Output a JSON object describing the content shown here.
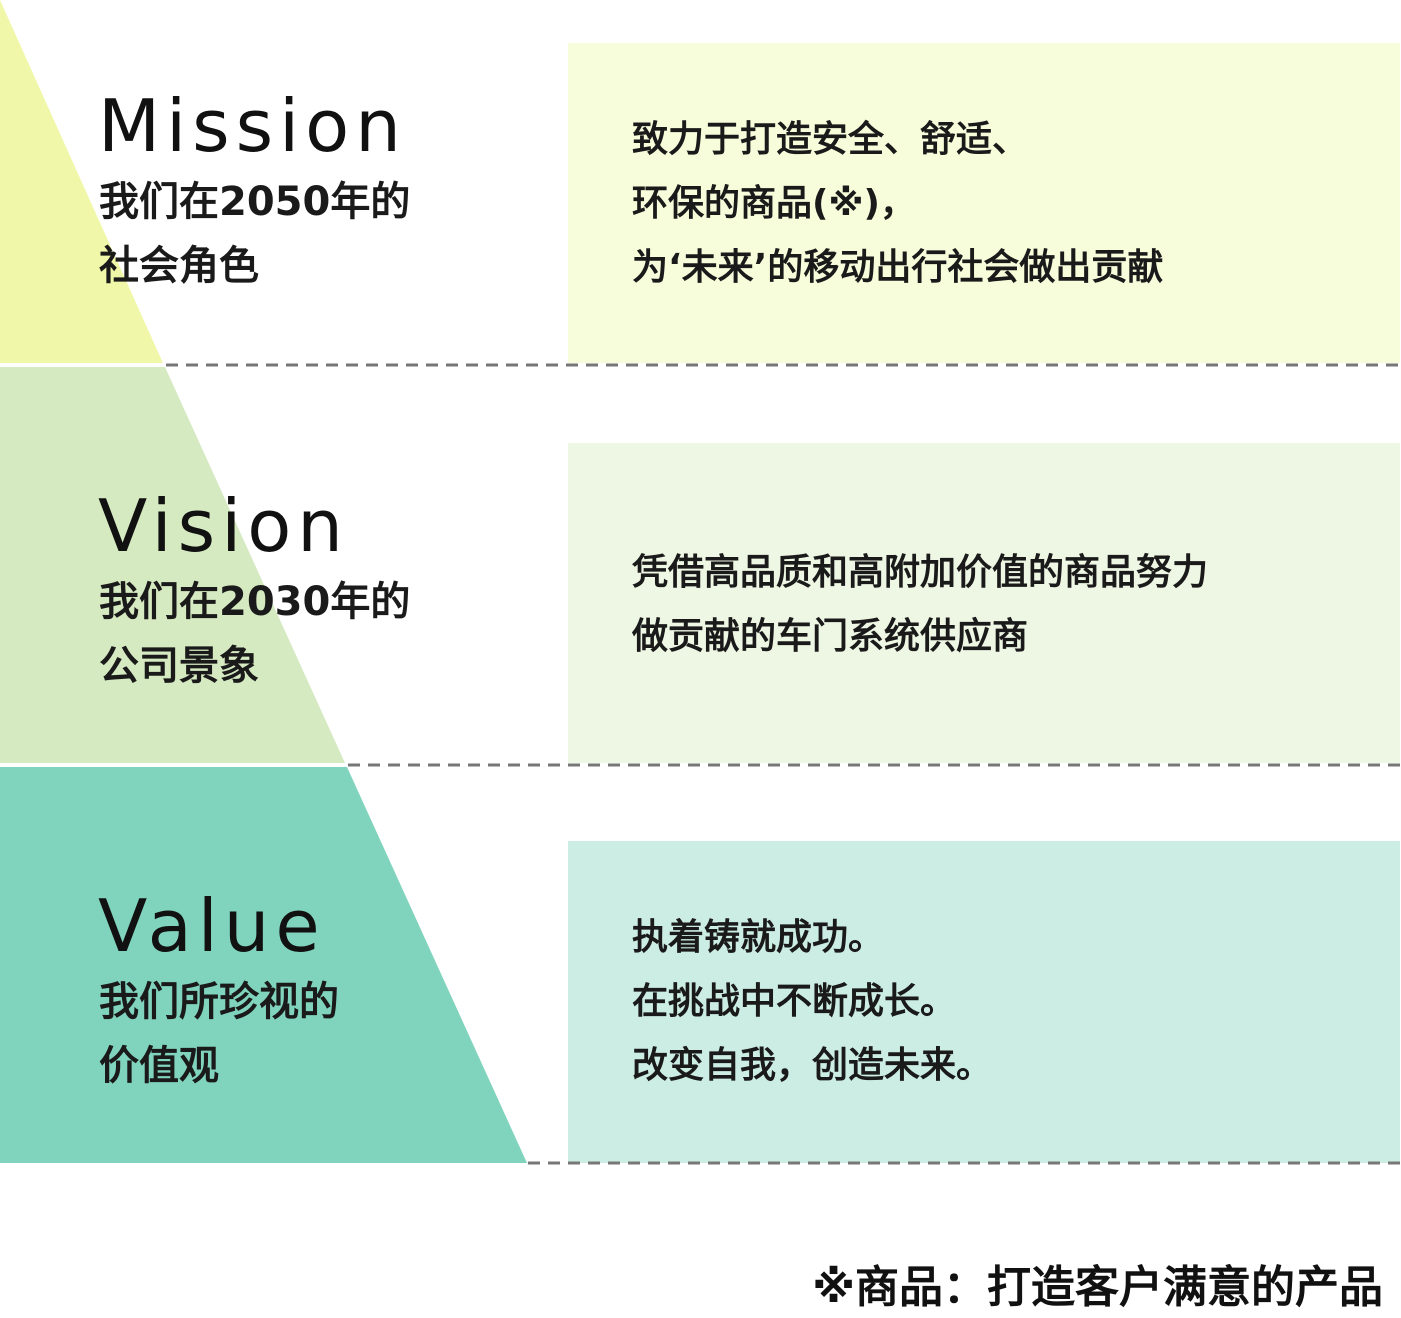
{
  "colors": {
    "mission_band": "#f0f7a8",
    "vision_band": "#d6eac2",
    "value_band": "#80d3bc",
    "mission_box": "#f7fcda",
    "vision_box": "#eef7e4",
    "value_box": "#ccede3",
    "divider": "#777777"
  },
  "sections": [
    {
      "title": "Mission",
      "subtitle": [
        "我们在2050年的",
        "社会角色"
      ],
      "lines": [
        "致力于打造安全、舒适、",
        "环保的商品(※)，",
        "为‘未来’的移动出行社会做出贡献"
      ]
    },
    {
      "title": "Vision",
      "subtitle": [
        "我们在2030年的",
        "公司景象"
      ],
      "lines": [
        "凭借高品质和高附加价值的商品努力",
        "做贡献的车门系统供应商"
      ]
    },
    {
      "title": "Value",
      "subtitle": [
        "我们所珍视的",
        "价值观"
      ],
      "lines": [
        "执着铸就成功。",
        "在挑战中不断成长。",
        "改变自我，创造未来。"
      ]
    }
  ],
  "footnote": "※商品：打造客户满意的产品"
}
